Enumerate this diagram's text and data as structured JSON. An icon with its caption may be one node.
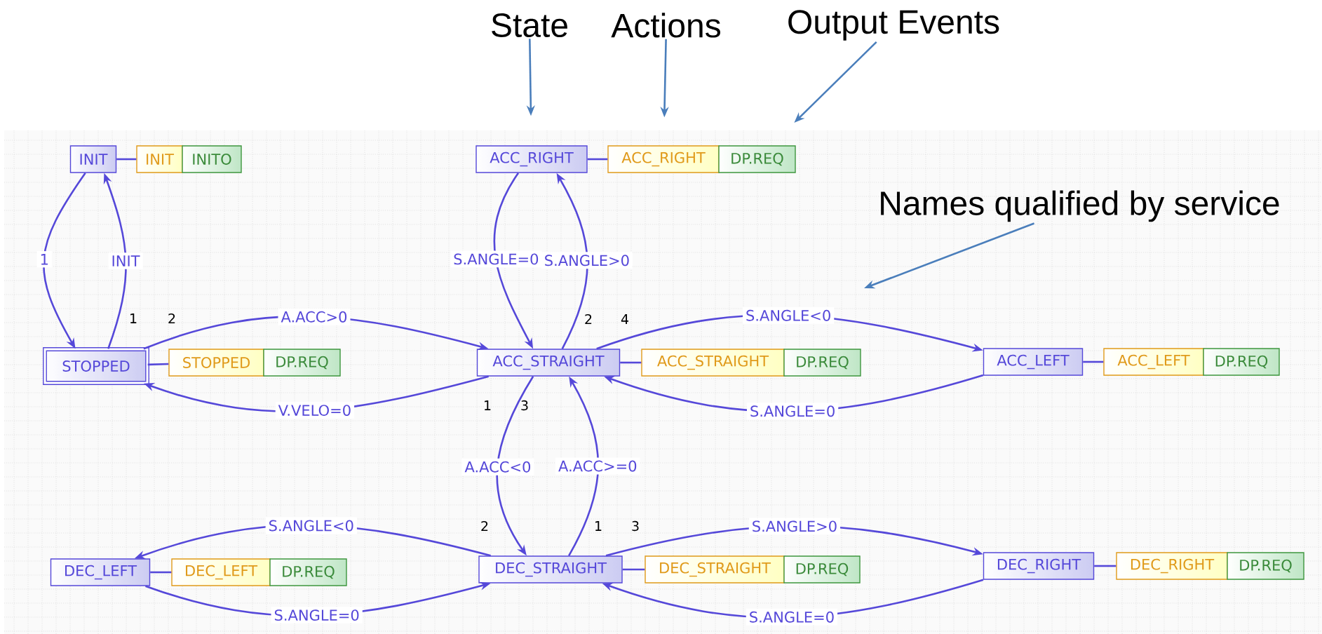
{
  "diagram": {
    "nodes": [
      {
        "text": [
          "State"
        ]
      },
      {
        "text": [
          "Actions"
        ]
      },
      {
        "text": [
          "Output Events"
        ]
      },
      {
        "text": [
          "INIT"
        ]
      },
      {
        "text": [
          "INIT"
        ]
      },
      {
        "text": [
          "INITO"
        ]
      },
      {
        "text": [
          "ACC_RIGHT"
        ]
      },
      {
        "text": [
          "ACC_RIGHT"
        ]
      },
      {
        "text": [
          "DP.REQ"
        ]
      },
      {
        "text": [
          "Names qualified by service"
        ]
      },
      {
        "text": [
          "STOPPED"
        ]
      },
      {
        "text": [
          "STOPPED"
        ]
      },
      {
        "text": [
          "DP.REQ"
        ]
      },
      {
        "text": [
          "ACC_STRAIGHT"
        ]
      },
      {
        "text": [
          "ACC_STRAIGHT"
        ]
      },
      {
        "text": [
          "DP.REQ"
        ]
      },
      {
        "text": [
          "ACC_LEFT"
        ]
      },
      {
        "text": [
          "ACC_LEFT"
        ]
      },
      {
        "text": [
          "DP.REQ"
        ]
      },
      {
        "text": [
          "DEC_LEFT"
        ]
      },
      {
        "text": [
          "DEC_LEFT"
        ]
      },
      {
        "text": [
          "DP.REQ"
        ]
      },
      {
        "text": [
          "DEC_STRAIGHT"
        ]
      },
      {
        "text": [
          "DEC_STRAIGHT"
        ]
      },
      {
        "text": [
          "DP.REQ"
        ]
      },
      {
        "text": [
          "DEC_RIGHT"
        ]
      },
      {
        "text": [
          "DEC_RIGHT"
        ]
      },
      {
        "text": [
          "DP.REQ"
        ]
      }
    ],
    "edges": [
      {
        "from": 3,
        "to": 10,
        "arrow": "to",
        "label": "1"
      },
      {
        "from": 10,
        "to": 3,
        "arrow": "to",
        "label": "INIT"
      },
      {
        "from": 10,
        "to": 13,
        "arrow": "to",
        "label": "A.ACC>0"
      },
      {
        "from": 13,
        "to": 10,
        "arrow": "to",
        "label": "V.VELO=0"
      },
      {
        "from": 6,
        "to": 13,
        "arrow": "to",
        "label": "S.ANGLE=0"
      },
      {
        "from": 13,
        "to": 6,
        "arrow": "to",
        "label": "S.ANGLE>0"
      },
      {
        "from": 13,
        "to": 16,
        "arrow": "to",
        "label": "S.ANGLE<0"
      },
      {
        "from": 16,
        "to": 13,
        "arrow": "to",
        "label": "S.ANGLE=0"
      },
      {
        "from": 13,
        "to": 22,
        "arrow": "to",
        "label": "A.ACC<0"
      },
      {
        "from": 22,
        "to": 13,
        "arrow": "to",
        "label": "A.ACC>=0"
      },
      {
        "from": 22,
        "to": 19,
        "arrow": "to",
        "label": "S.ANGLE<0"
      },
      {
        "from": 19,
        "to": 22,
        "arrow": "to",
        "label": "S.ANGLE=0"
      },
      {
        "from": 22,
        "to": 25,
        "arrow": "to",
        "label": "S.ANGLE>0"
      },
      {
        "from": 25,
        "to": 22,
        "arrow": "to",
        "label": "S.ANGLE=0"
      },
      {
        "from": 3,
        "to": 4,
        "arrow": "none"
      },
      {
        "from": 6,
        "to": 7,
        "arrow": "none"
      },
      {
        "from": 10,
        "to": 11,
        "arrow": "none"
      },
      {
        "from": 13,
        "to": 14,
        "arrow": "none"
      },
      {
        "from": 16,
        "to": 17,
        "arrow": "none"
      },
      {
        "from": 19,
        "to": 20,
        "arrow": "none"
      },
      {
        "from": 22,
        "to": 23,
        "arrow": "none"
      },
      {
        "from": 25,
        "to": 26,
        "arrow": "none"
      },
      {
        "from": 0,
        "to": 6,
        "arrow": "to",
        "color": "#4a7ebb"
      },
      {
        "from": 1,
        "to": 7,
        "arrow": "to",
        "color": "#4a7ebb"
      },
      {
        "from": 2,
        "to": 8,
        "arrow": "to",
        "color": "#4a7ebb"
      },
      {
        "from": 9,
        "to": null,
        "arrow": "to",
        "color": "#4a7ebb"
      }
    ],
    "labels": [
      "1",
      "2",
      "2",
      "4",
      "1",
      "3",
      "2",
      "1",
      "3"
    ]
  }
}
